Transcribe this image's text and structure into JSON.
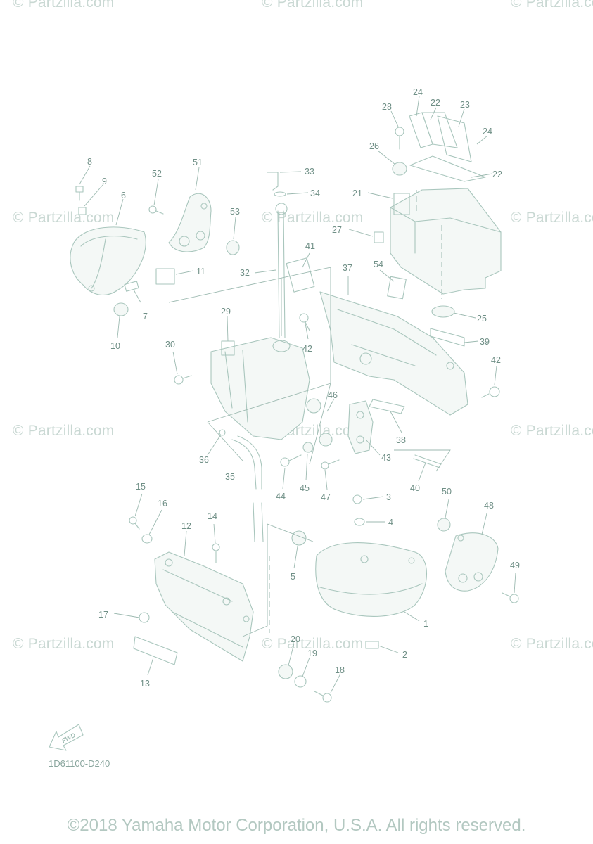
{
  "watermark": "© Partzilla.com",
  "callouts": [
    "1",
    "2",
    "3",
    "4",
    "5",
    "6",
    "7",
    "8",
    "9",
    "10",
    "11",
    "12",
    "13",
    "14",
    "15",
    "16",
    "17",
    "18",
    "19",
    "20",
    "21",
    "22",
    "22",
    "23",
    "24",
    "24",
    "25",
    "26",
    "27",
    "28",
    "29",
    "30",
    "32",
    "33",
    "34",
    "35",
    "36",
    "37",
    "38",
    "39",
    "40",
    "41",
    "42",
    "42",
    "43",
    "44",
    "45",
    "46",
    "47",
    "48",
    "49",
    "50",
    "51",
    "52",
    "53",
    "54"
  ],
  "fwd_label": "FWD",
  "diagram_code": "1D61100-D240",
  "copyright": "©2018 Yamaha Motor Corporation, U.S.A. All rights reserved."
}
